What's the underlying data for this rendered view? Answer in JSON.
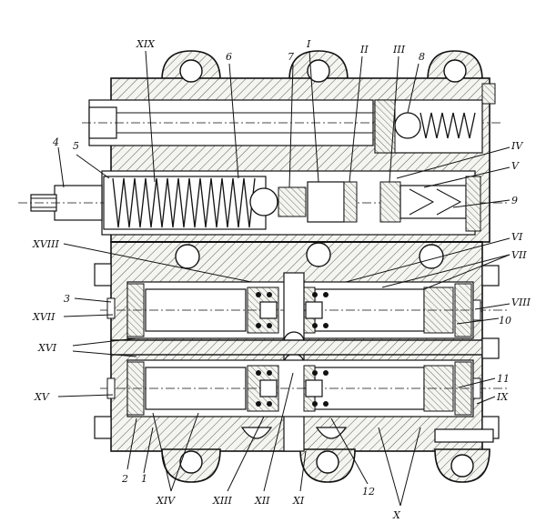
{
  "labels": {
    "l_XIX": "XIX",
    "l_6": "6",
    "l_7": "7",
    "l_I": "I",
    "l_II": "II",
    "l_III": "III",
    "l_8": "8",
    "l_4": "4",
    "l_5": "5",
    "l_IV": "IV",
    "l_V": "V",
    "l_9": "9",
    "l_XVIII": "XVIII",
    "l_VI": "VI",
    "l_VII": "VII",
    "l_3": "3",
    "l_XVII": "XVII",
    "l_VIII": "VIII",
    "l_10": "10",
    "l_XVI": "XVI",
    "l_XV": "XV",
    "l_11": "11",
    "l_IX": "IX",
    "l_2": "2",
    "l_1": "1",
    "l_XIV": "XIV",
    "l_XIII": "XIII",
    "l_XII": "XII",
    "l_XI": "XI",
    "l_12": "12",
    "l_X": "X"
  }
}
